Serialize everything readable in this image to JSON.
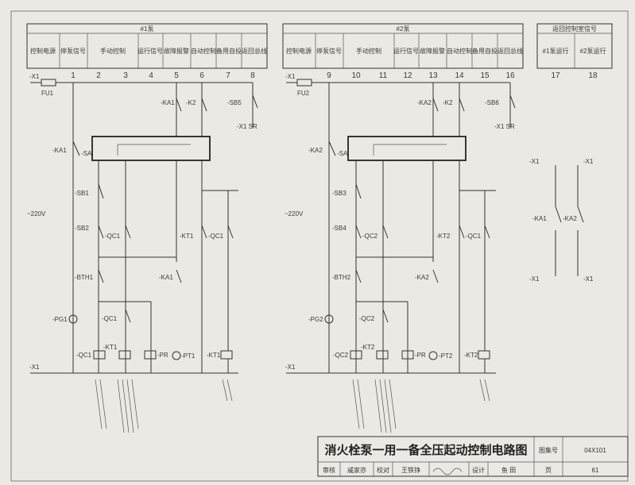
{
  "title": "消火栓泵一用一备全压起动控制电路图",
  "titleblock": {
    "atlas_label": "图集号",
    "atlas_no": "04X101",
    "page_label": "页",
    "page_no": "61",
    "row": [
      "审核",
      "戚家亦",
      "校对",
      "王铁铮",
      "设计",
      "鱼 田"
    ]
  },
  "panel1": {
    "group": "#1泵",
    "headers": [
      "控制电源",
      "停泵信号",
      "手动控制",
      "运行信号",
      "故障报警",
      "自动控制",
      "备用自投",
      "返回总线"
    ],
    "columns": [
      "1",
      "2",
      "3",
      "4",
      "5",
      "6",
      "7",
      "8"
    ],
    "labels": {
      "x1_top": "-X1",
      "fu": "FU1",
      "ka1": "-KA1",
      "sa": "-SA",
      "sb1": "-SB1",
      "sb2": "-SB2",
      "qc1": "-QC1",
      "kt1": "-KT1",
      "qc1b": "-QC1",
      "bth": "-BTH1",
      "ka1b": "-KA1",
      "pg": "-PG1",
      "qc1c": "-QC1",
      "qc1coil": "-QC1",
      "kt1coil": "-KT1",
      "pr": "-PR",
      "pt1": "-PT1",
      "kt1coilb": "-KT1",
      "x1_bot": "-X1",
      "ka": "-KA1",
      "k2": "-K2",
      "sb5": "-SB5",
      "x1_sr": "-X1 SR",
      "voltage": "~220V"
    }
  },
  "panel2": {
    "group": "#2泵",
    "headers": [
      "控制电源",
      "停泵信号",
      "手动控制",
      "运行信号",
      "故障报警",
      "自动控制",
      "备用自投",
      "返回总线"
    ],
    "columns": [
      "9",
      "10",
      "11",
      "12",
      "13",
      "14",
      "15",
      "16"
    ],
    "labels": {
      "x1_top": "-X1",
      "fu": "FU2",
      "ka2": "-KA2",
      "sa": "-SA",
      "sb3": "-SB3",
      "sb4": "-SB4",
      "qc2": "-QC2",
      "kt2": "-KT2",
      "qc1b": "-QC1",
      "bth": "-BTH2",
      "ka2b": "-KA2",
      "pg": "-PG2",
      "qc2c": "-QC2",
      "qc2coil": "-QC2",
      "kt2coil": "-KT2",
      "pr": "-PR",
      "pt2": "-PT2",
      "kt2coilb": "-KT2",
      "x1_bot": "-X1",
      "ka": "-KA2",
      "k2": "-K2",
      "sb6": "-SB6",
      "x1_sr": "-X1 SR",
      "voltage": "~220V"
    }
  },
  "panel3": {
    "group": "返回控制室信号",
    "headers": [
      "#1泵运行",
      "#2泵运行"
    ],
    "columns": [
      "17",
      "18"
    ],
    "labels": {
      "x1a": "-X1",
      "x1b": "-X1",
      "ka1": "-KA1",
      "ka2": "-KA2",
      "x1c": "-X1",
      "x1d": "-X1"
    }
  }
}
